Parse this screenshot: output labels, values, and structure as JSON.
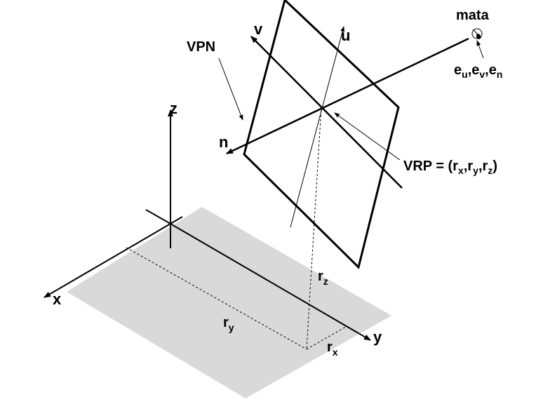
{
  "colors": {
    "ground_plane": "#d9d9d9",
    "ink": "#000000",
    "background": "#ffffff"
  },
  "labels": {
    "axis_x": "x",
    "axis_y": "y",
    "axis_z": "z",
    "axis_u": "u",
    "axis_v": "v",
    "axis_n": "n",
    "vpn": "VPN",
    "eye": "mata",
    "vrp": "VRP = (",
    "r": "r",
    "sub_x": "x",
    "sub_y": "y",
    "sub_z": "z",
    "comma": ",",
    "close_paren": ")",
    "e": "e",
    "sub_u": "u",
    "sub_v": "v",
    "sub_n": "n"
  },
  "icons": {
    "eye": "eye-icon"
  }
}
